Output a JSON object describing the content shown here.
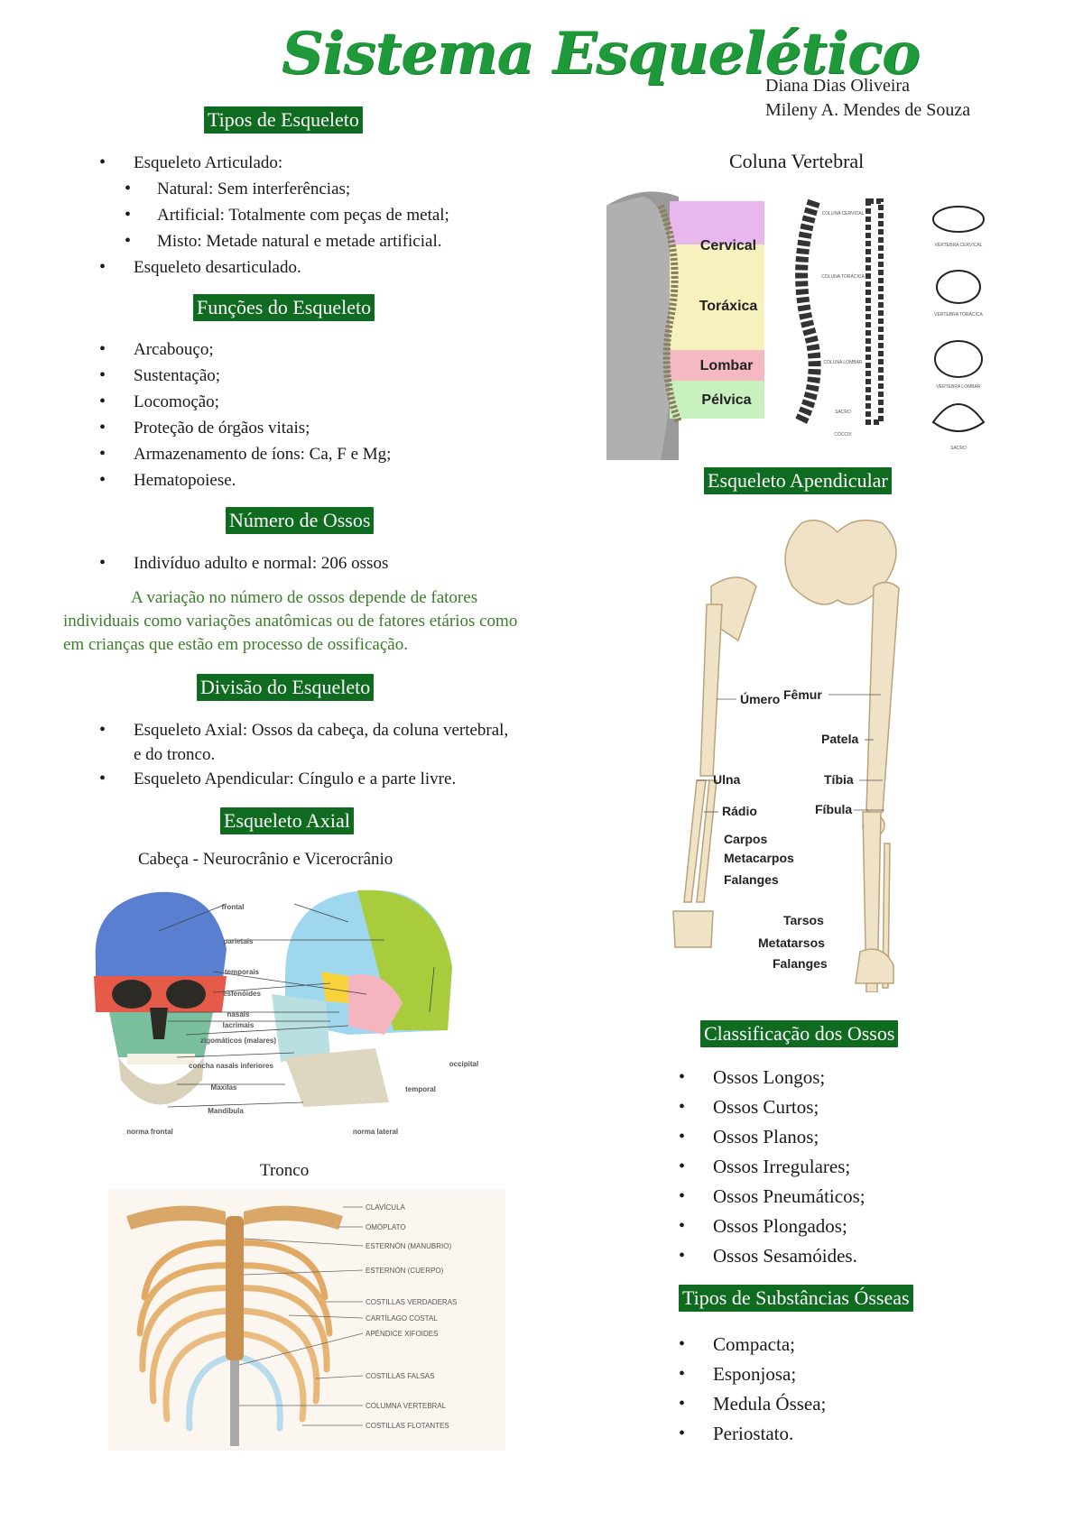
{
  "page": {
    "title": "Sistema Esquelético",
    "authors": [
      "Diana Dias Oliveira",
      "Mileny A. Mendes de Souza"
    ]
  },
  "tipos_esqueleto": {
    "heading": "Tipos de Esqueleto",
    "items": [
      {
        "text": "Esqueleto Articulado:",
        "level": 1
      },
      {
        "text": "Natural: Sem interferências;",
        "level": 2
      },
      {
        "text": "Artificial: Totalmente com peças de metal;",
        "level": 2
      },
      {
        "text": "Misto: Metade natural e metade artificial.",
        "level": 2
      },
      {
        "text": "Esqueleto desarticulado.",
        "level": 1
      }
    ]
  },
  "funcoes": {
    "heading": "Funções do Esqueleto",
    "items": [
      "Arcabouço;",
      "Sustentação;",
      "Locomoção;",
      "Proteção de órgãos vitais;",
      "Armazenamento de íons: Ca, F e Mg;",
      "Hematopoiese."
    ]
  },
  "numero_ossos": {
    "heading": "Número de Ossos",
    "items": [
      "Indivíduo adulto e normal: 206 ossos"
    ],
    "note": "A variação no número de ossos depende de fatores individuais como variações anatômicas ou de fatores etários como em crianças que estão em processo de ossificação."
  },
  "divisao": {
    "heading": "Divisão do Esqueleto",
    "items": [
      "Esqueleto Axial: Ossos da cabeça, da coluna vertebral, e do tronco.",
      "Esqueleto Apendicular: Cíngulo e a parte livre."
    ]
  },
  "axial": {
    "heading": "Esqueleto Axial",
    "cabeca_caption": "Cabeça - Neurocrânio e Vicerocrânio",
    "skull_labels": [
      "frontal",
      "parietais",
      "temporais",
      "esfenóides",
      "nasais",
      "lacrimais",
      "zigomáticos (malares)",
      "concha nasais inferiores",
      "Maxilas",
      "Mandíbula",
      "occipital",
      "temporal",
      "norma frontal",
      "norma lateral"
    ],
    "tronco_caption": "Tronco",
    "thorax_labels": [
      "CLAVÍCULA",
      "OMÓPLATO",
      "ESTERNÓN (MANUBRIO)",
      "ESTERNÓN (CUERPO)",
      "COSTILLAS VERDADERAS",
      "CARTÍLAGO COSTAL",
      "APÉNDICE XIFOIDES",
      "COSTILLAS FALSAS",
      "COLUMNA VERTEBRAL",
      "COSTILLAS FLOTANTES"
    ]
  },
  "coluna": {
    "title": "Coluna Vertebral",
    "regions": [
      "Cervical",
      "Toráxica",
      "Lombar",
      "Pélvica"
    ],
    "region_colors": [
      "#e7b7ee",
      "#f6f1bd",
      "#f4b9c2",
      "#c9f0bf"
    ],
    "small_labels": [
      "COLUNA CERVICAL",
      "COLUNA TORÁCICA",
      "COLUNA LOMBAR",
      "SACRO",
      "CÓCCIX",
      "VÉRTEBRA CERVICAL",
      "VÉRTEBRA TORÁCICA",
      "VÉRTEBRA LOMBAR",
      "SACRO"
    ]
  },
  "apendicular": {
    "heading": "Esqueleto Apendicular",
    "labels": [
      "Úmero",
      "Fêmur",
      "Patela",
      "Ulna",
      "Tíbia",
      "Rádio",
      "Fíbula",
      "Carpos",
      "Metacarpos",
      "Falanges",
      "Tarsos",
      "Metatarsos",
      "Falanges"
    ]
  },
  "classificacao": {
    "heading": "Classificação dos Ossos",
    "items": [
      "Ossos Longos;",
      "Ossos Curtos;",
      "Ossos Planos;",
      "Ossos Irregulares;",
      "Ossos Pneumáticos;",
      "Ossos Plongados;",
      "Ossos Sesamóides."
    ]
  },
  "substancias": {
    "heading": "Tipos de Substâncias Ósseas",
    "items": [
      "Compacta;",
      "Esponjosa;",
      "Medula Óssea;",
      "Periostato."
    ]
  },
  "colors": {
    "accent_green": "#0f6b1f",
    "title_green": "#1e9a3a",
    "note_green": "#3a7d2a"
  }
}
